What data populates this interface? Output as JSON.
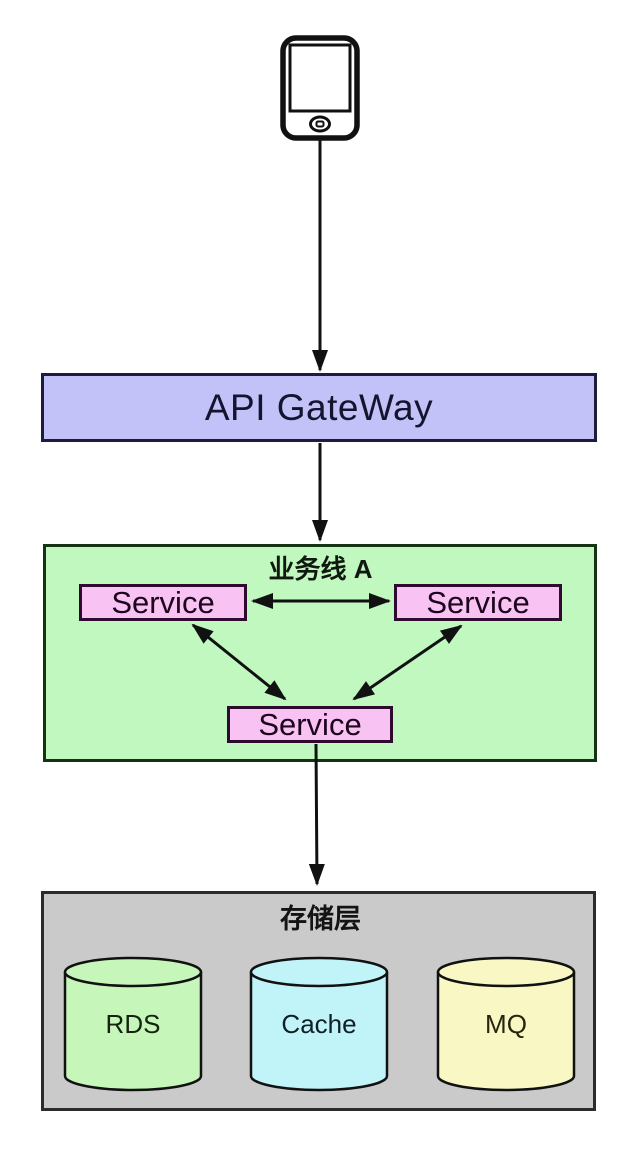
{
  "client_device": {
    "icon": "mobile-device"
  },
  "api_gateway": {
    "label": "API GateWay",
    "fill": "#c2c1f8",
    "border": "#1d1d3a"
  },
  "business_line_a": {
    "title": "业务线 A",
    "fill": "#c0f8bf",
    "service_fill": "#f8c2f3",
    "services": [
      {
        "label": "Service"
      },
      {
        "label": "Service"
      },
      {
        "label": "Service"
      }
    ]
  },
  "storage_layer": {
    "title": "存储层",
    "fill": "#cacaca",
    "stores": [
      {
        "label": "RDS",
        "fill": "#c6f6ba"
      },
      {
        "label": "Cache",
        "fill": "#c1f4f9"
      },
      {
        "label": "MQ",
        "fill": "#f9f8c4"
      }
    ]
  },
  "arrow_color": "#111111"
}
